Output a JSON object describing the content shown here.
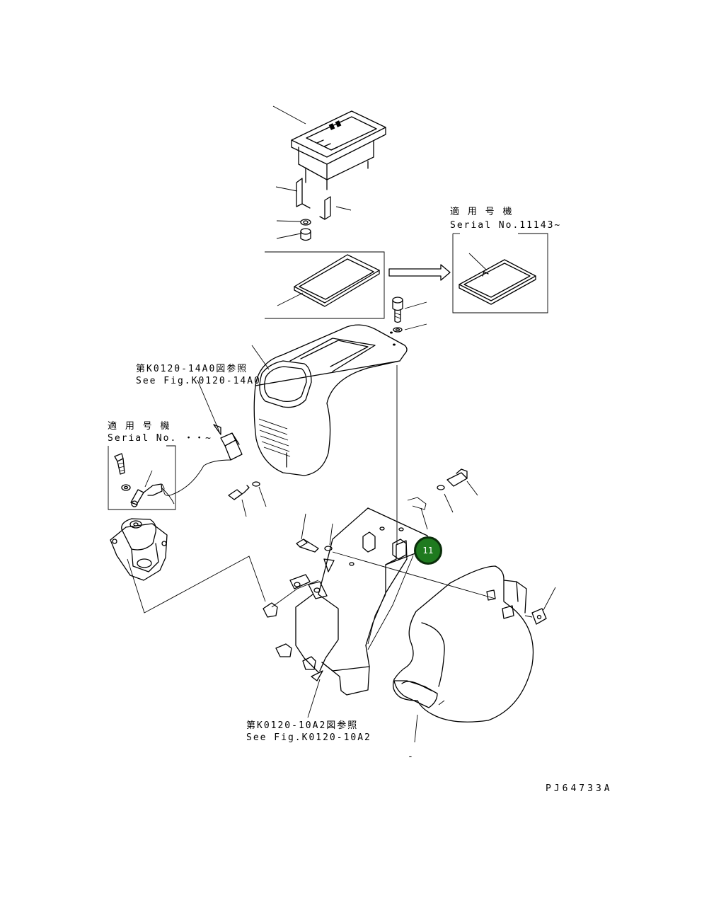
{
  "labels": {
    "serial_top_jp": "適 用 号 機",
    "serial_top_en": "Serial No.11143~",
    "ref_14a0_jp": "第K0120-14A0図参照",
    "ref_14a0_en": "See Fig.K0120-14A0",
    "serial_left_jp": "適 用 号 機",
    "serial_left_en": "Serial No. ・・~",
    "ref_10a2_jp": "第K0120-10A2図参照",
    "ref_10a2_en": "See Fig.K0120-10A2",
    "drawing_code": "PJ64733A",
    "bottom_mark": "-"
  },
  "callout": {
    "number": "11",
    "color": "#1f7a1f"
  }
}
